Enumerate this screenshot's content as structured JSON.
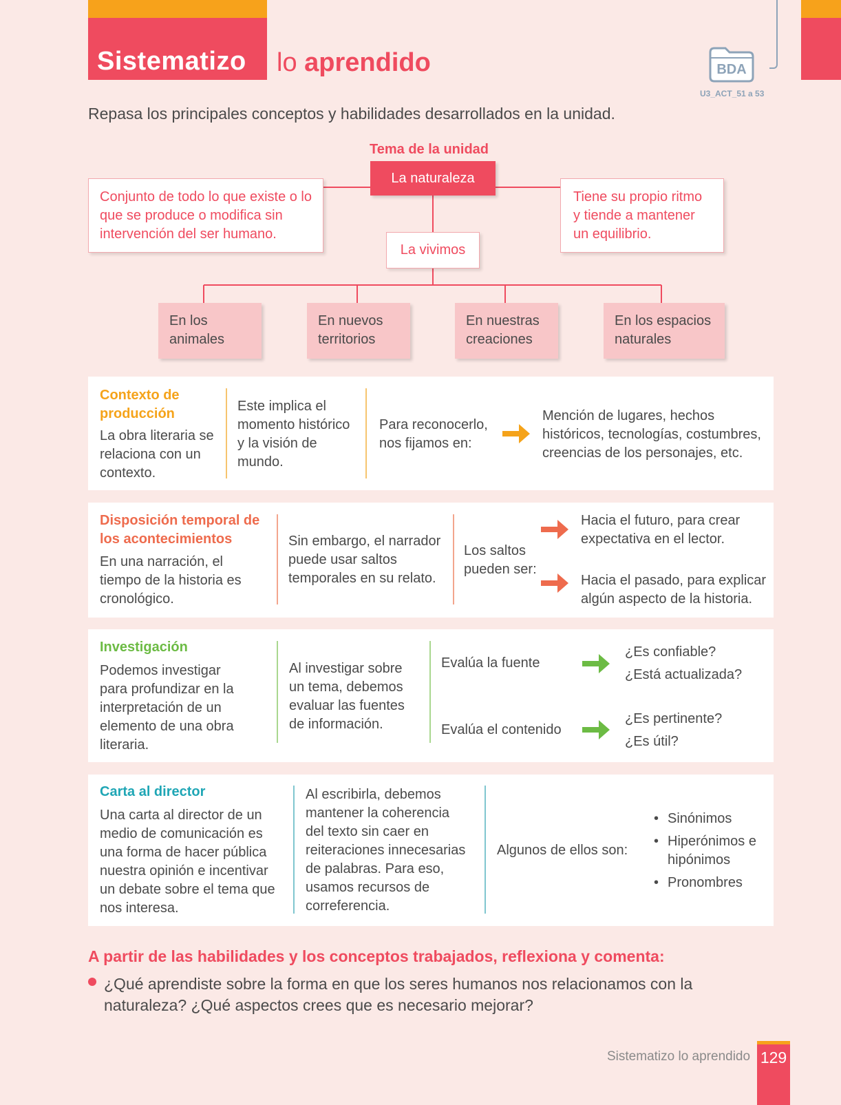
{
  "header": {
    "title_strong": "Sistematizo",
    "title_light_prefix": "lo",
    "title_light_bold": "aprendido",
    "bda_label": "BDA",
    "bda_code": "U3_ACT_51 a 53"
  },
  "intro": "Repasa los principales conceptos y habilidades desarrollados en la unidad.",
  "concept_map": {
    "tema_label": "Tema de la unidad",
    "center": "La naturaleza",
    "definition": "Conjunto de todo lo que existe o lo que se produce o modifica sin intervención del ser humano.",
    "rhythm": "Tiene su propio ritmo y tiende a mantener un equilibrio.",
    "vivimos": "La vivimos",
    "branches": [
      "En los animales",
      "En nuevos territorios",
      "En nuestras creaciones",
      "En los espacios naturales"
    ]
  },
  "rows": {
    "contexto": {
      "title": "Contexto de producción",
      "text": "La obra literaria se relaciona con un contexto.",
      "col2": "Este implica el momento histórico y la visión de mundo.",
      "col3": "Para reconocerlo, nos fijamos en:",
      "col4": "Mención de lugares, hechos históricos, tecnologías, costumbres, creencias de los personajes, etc."
    },
    "disposicion": {
      "title": "Disposición temporal de los acontecimientos",
      "text": "En una narración, el tiempo de la historia es cronológico.",
      "col2": "Sin embargo, el narrador puede usar saltos temporales en su relato.",
      "col3": "Los saltos pueden ser:",
      "future": "Hacia el futuro, para crear expectativa en el lector.",
      "past": "Hacia el pasado, para explicar algún aspecto de la historia."
    },
    "investigacion": {
      "title": "Investigación",
      "text": "Podemos investigar para profundizar en la interpretación de un elemento de una obra literaria.",
      "col2": "Al investigar sobre un tema, debemos evaluar las fuentes de información.",
      "fuente": "Evalúa la fuente",
      "fuente_q1": "¿Es confiable?",
      "fuente_q2": "¿Está actualizada?",
      "contenido": "Evalúa el contenido",
      "contenido_q1": "¿Es pertinente?",
      "contenido_q2": "¿Es útil?"
    },
    "carta": {
      "title": "Carta al director",
      "text": "Una carta al director de un medio de comunicación es una forma de hacer pública nuestra opinión e incentivar un debate sobre el tema que nos interesa.",
      "col2": "Al escribirla, debemos mantener la coherencia del texto sin caer en reiteraciones innecesarias de palabras. Para eso, usamos recursos de correferencia.",
      "col3": "Algunos de ellos son:",
      "items": [
        "Sinónimos",
        "Hiperónimos e hipónimos",
        "Pronombres"
      ]
    }
  },
  "reflection": {
    "title": "A partir de las habilidades y los conceptos trabajados, reflexiona y comenta:",
    "question": "¿Qué aprendiste sobre la forma en que los seres humanos nos relacionamos con la naturaleza? ¿Qué aspectos crees que es necesario mejorar?"
  },
  "footer": {
    "section": "Sistematizo lo aprendido",
    "page": "129"
  },
  "colors": {
    "accent_red": "#ef4b5f",
    "accent_orange": "#f7a21b",
    "coral": "#ee6b4d",
    "green": "#6cbb44",
    "teal": "#1fa6b5",
    "background": "#fbe9e6"
  }
}
